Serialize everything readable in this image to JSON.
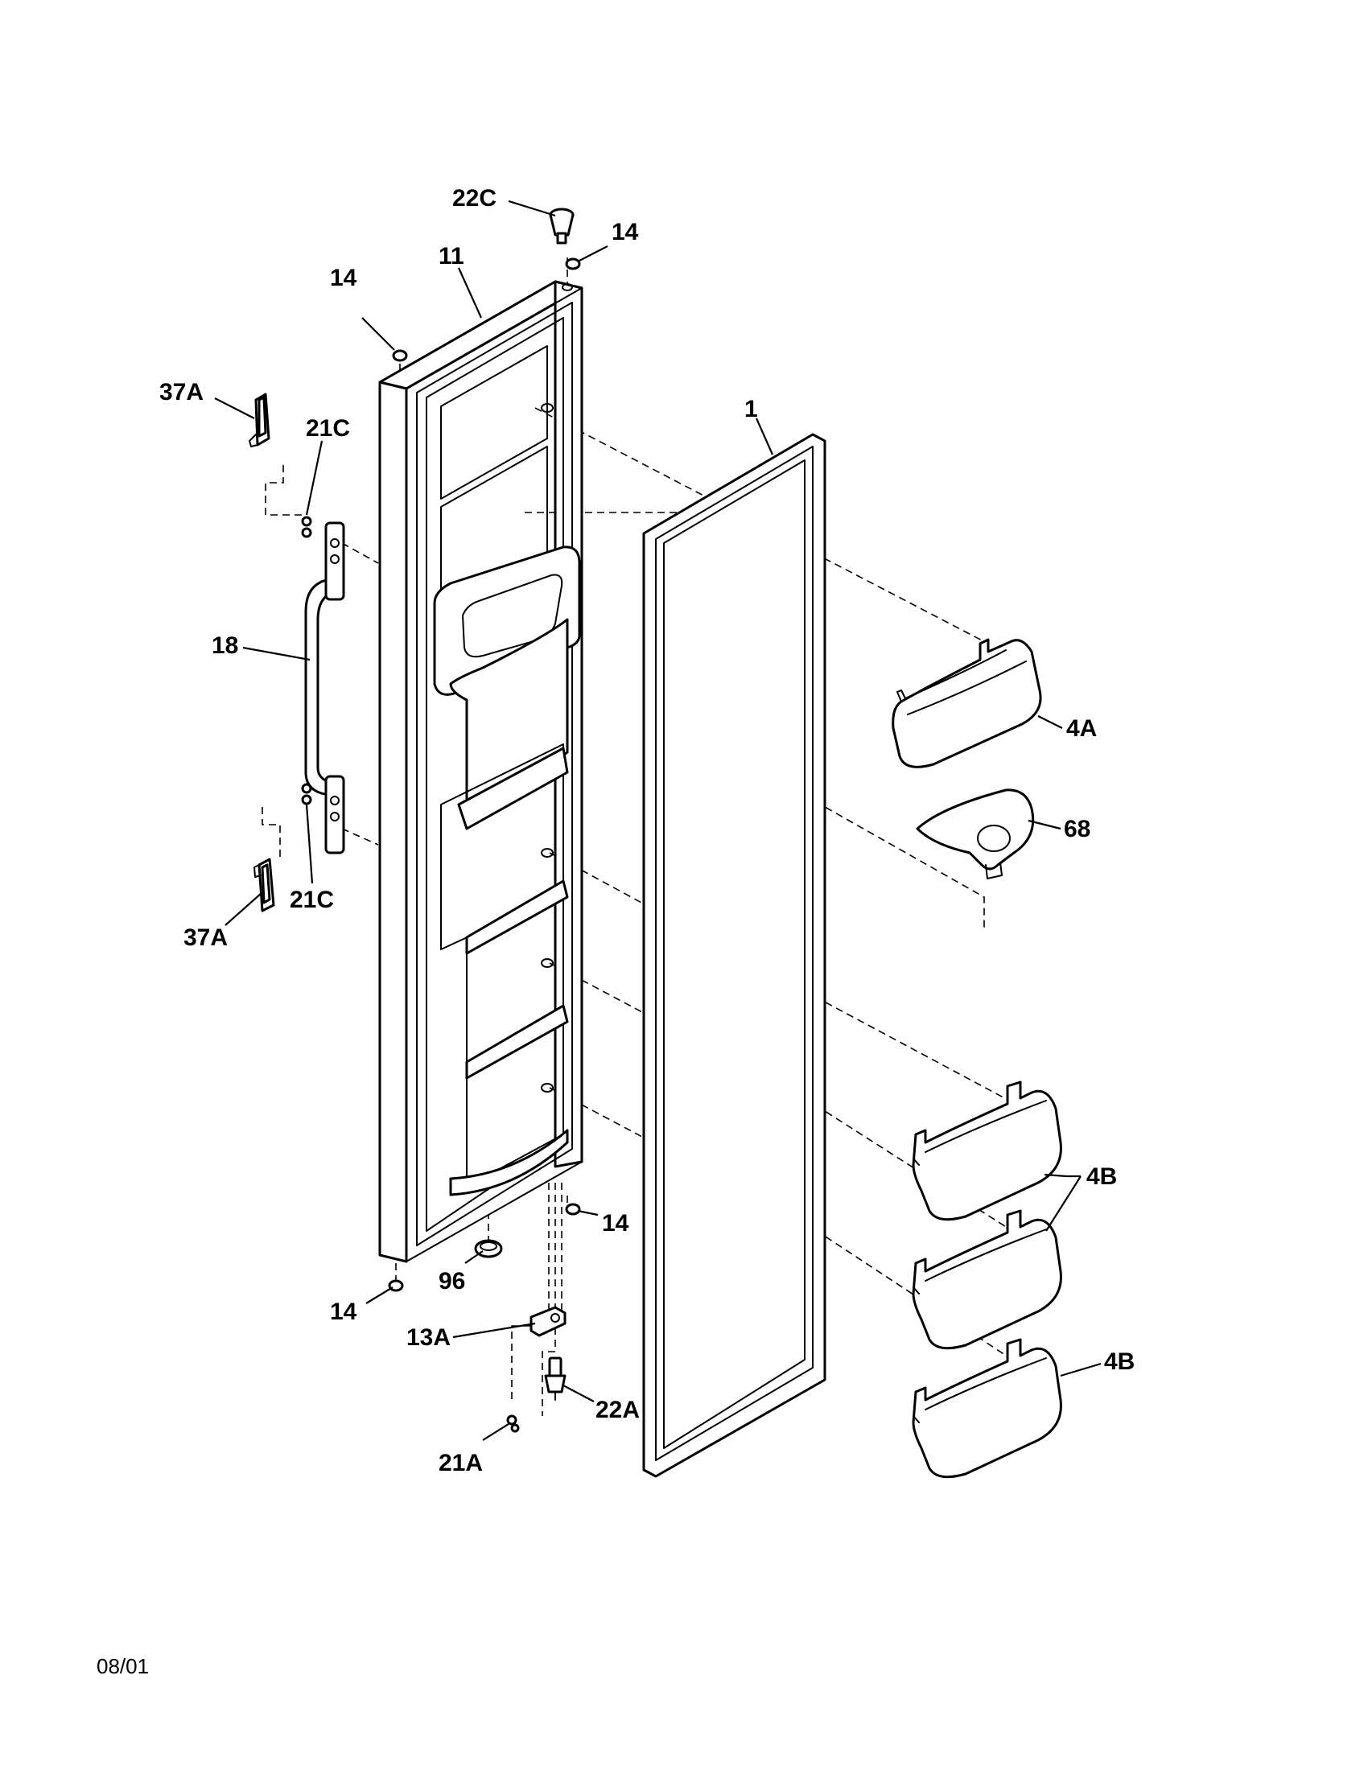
{
  "callouts": {
    "c22C": "22C",
    "c14_top_right": "14",
    "c11": "11",
    "c14_top_left": "14",
    "c37A_top": "37A",
    "c21C_top": "21C",
    "c1": "1",
    "c18": "18",
    "c4A": "4A",
    "c68": "68",
    "c21C_bottom": "21C",
    "c37A_bottom": "37A",
    "c4B_upper": "4B",
    "c14_bottom_right": "14",
    "c96": "96",
    "c14_bottom_left": "14",
    "c13A": "13A",
    "c4B_lower": "4B",
    "c22A": "22A",
    "c21A": "21A"
  },
  "footer": {
    "date_code": "08/01"
  }
}
